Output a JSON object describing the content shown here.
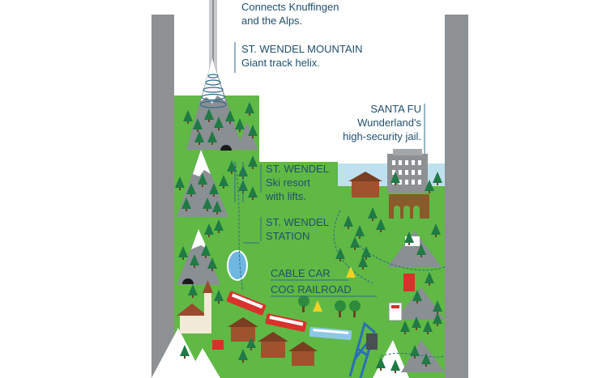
{
  "callouts": {
    "knuffingen": {
      "line1": "Connects Knuffingen",
      "line2": "and the Alps."
    },
    "mountain": {
      "title": "ST. WENDEL MOUNTAIN",
      "desc": "Giant track helix."
    },
    "santa_fu": {
      "title": "SANTA FU",
      "line1": "Wunderland's",
      "line2": "high-security jail."
    },
    "ski": {
      "title": "ST. WENDEL",
      "line1": "Ski resort",
      "line2": "with lifts."
    },
    "station": {
      "line1": "ST. WENDEL",
      "line2": "STATION"
    },
    "cable_car": {
      "label": "CABLE CAR"
    },
    "cog_railroad": {
      "label": "COG RAILROAD"
    }
  },
  "colors": {
    "grass": "#5fb944",
    "grass_dark": "#4aa33a",
    "wall": "#8e9193",
    "rock": "#8a8f93",
    "snow": "#ffffff",
    "tree": "#1f7a45",
    "text": "#1f4f6e",
    "line": "#2f6a8a",
    "sky": "#bfe0ef",
    "train_red": "#d9312b",
    "bridge": "#2a6fb8"
  }
}
